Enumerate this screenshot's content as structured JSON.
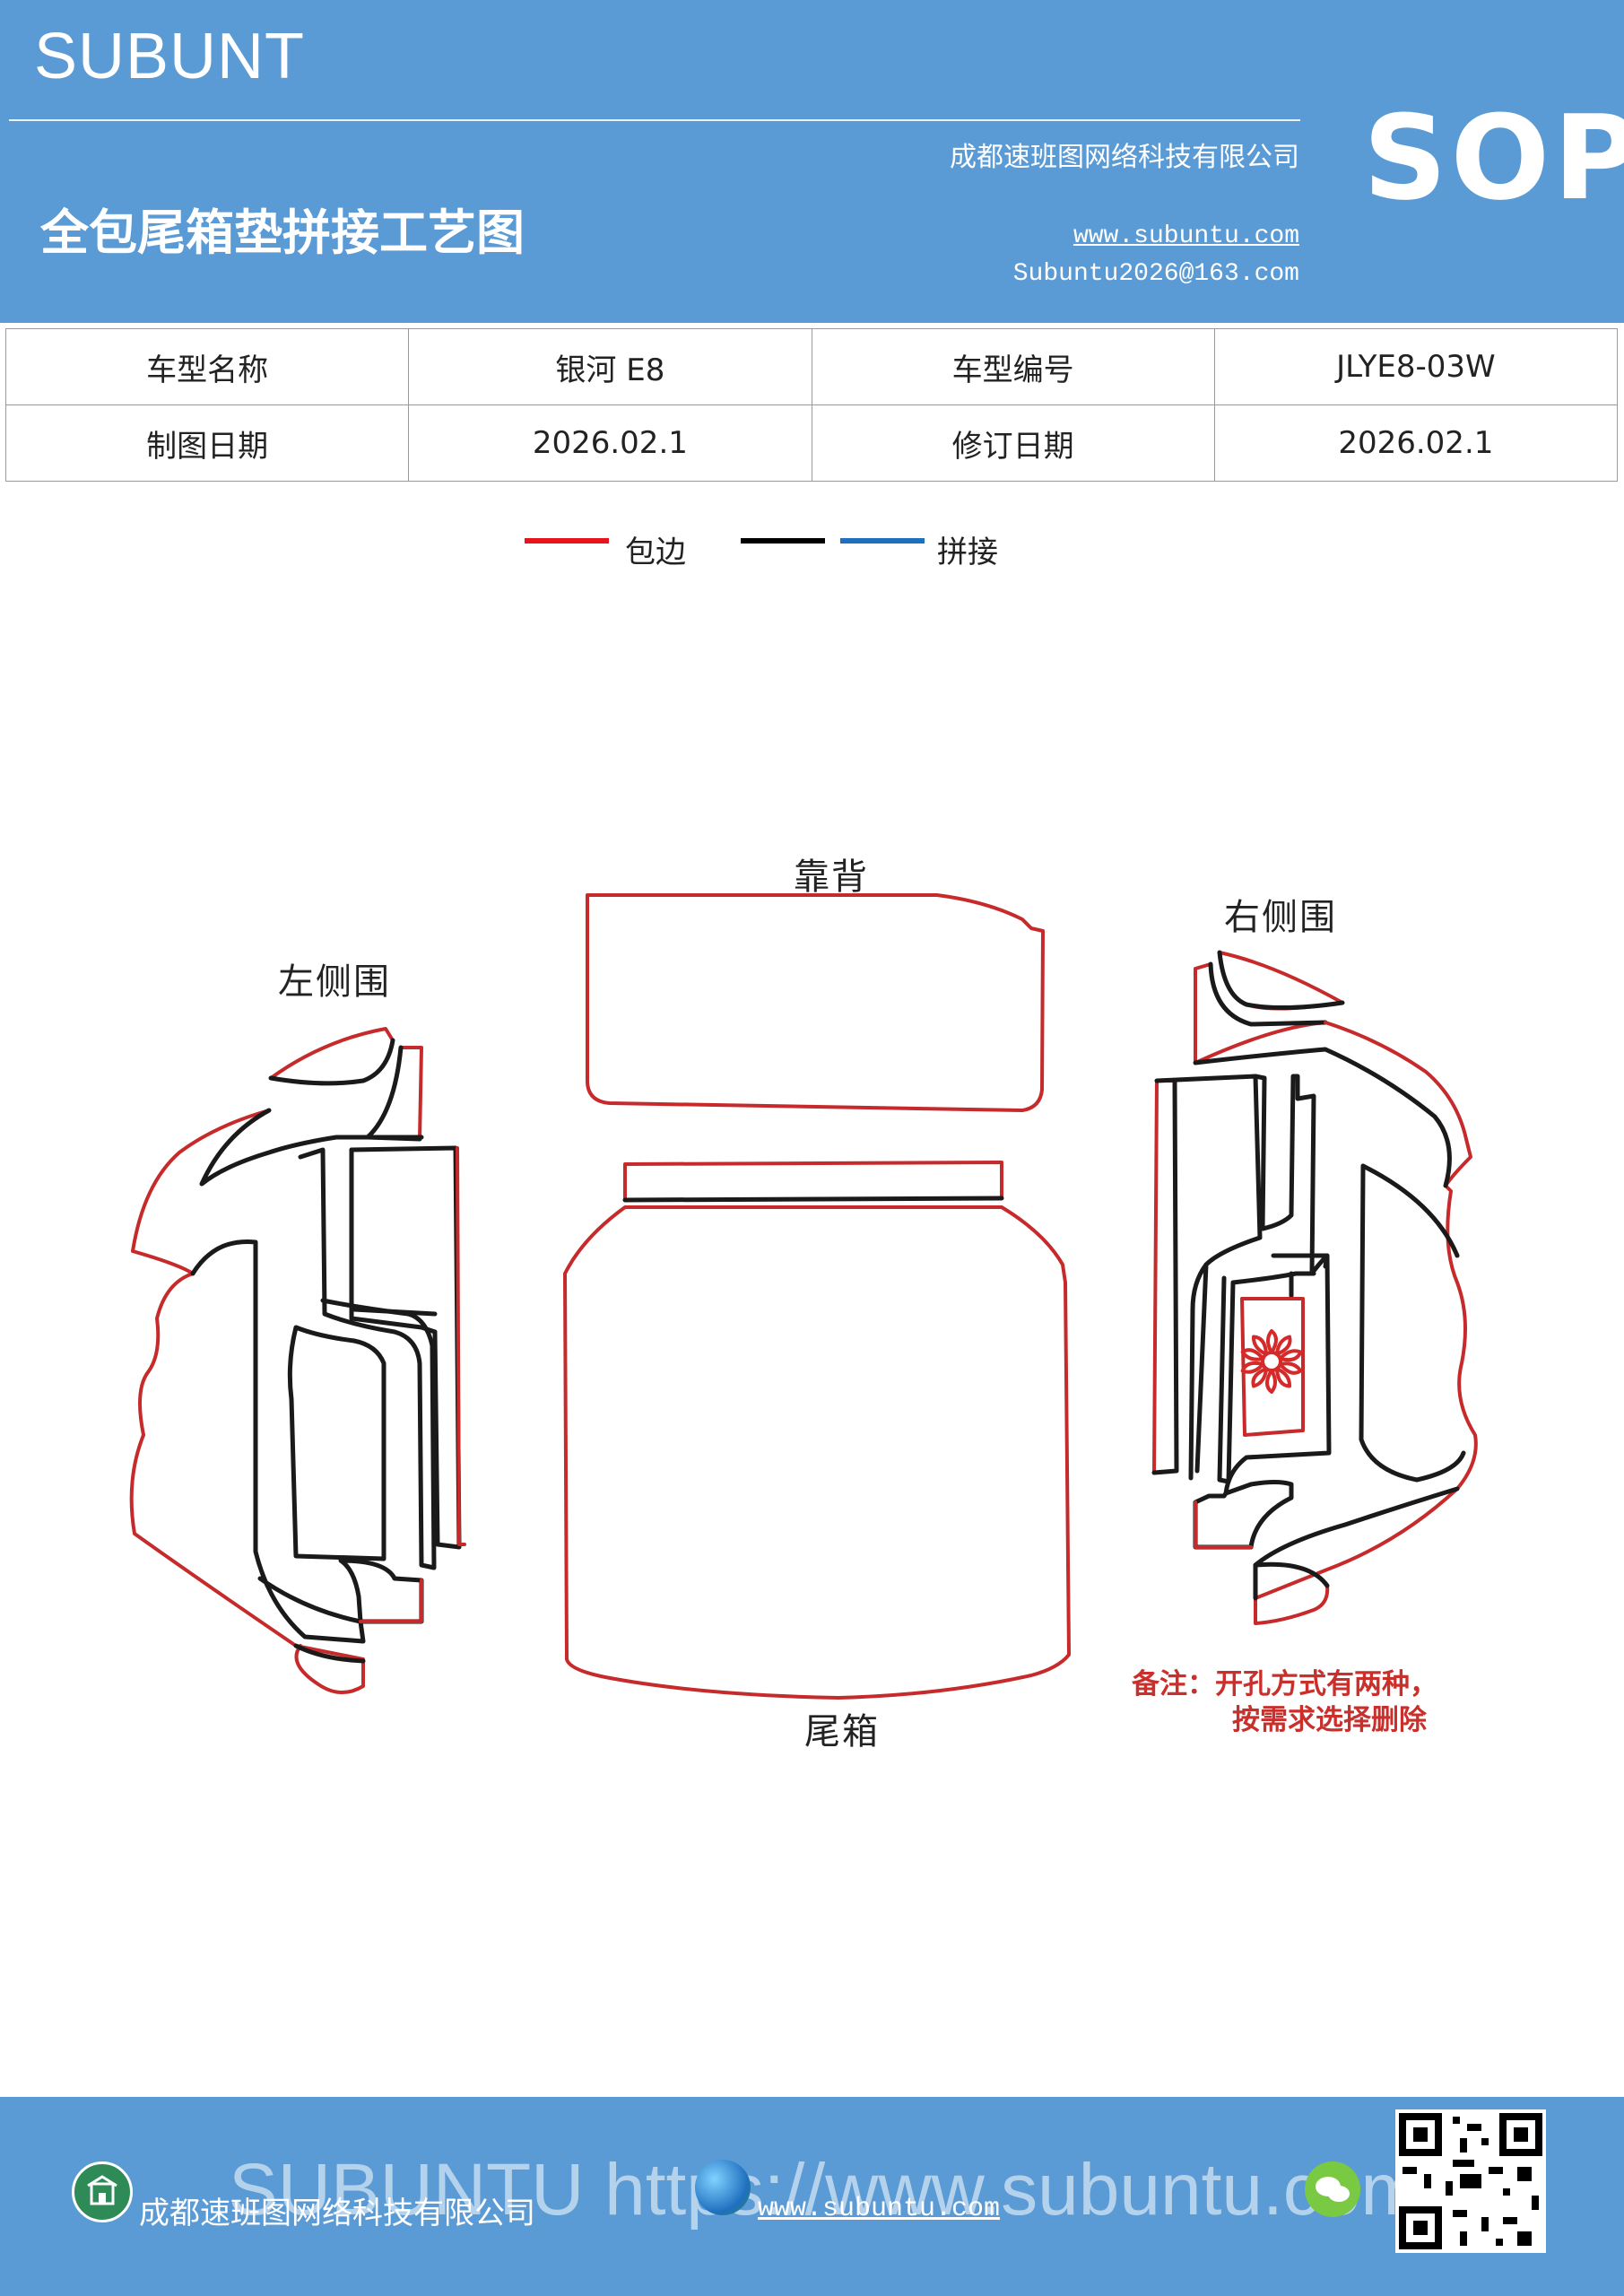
{
  "header": {
    "brand": "SUBUNT",
    "company": "成都速班图网络科技有限公司",
    "title": "全包尾箱垫拼接工艺图",
    "website": "www.subuntu.com",
    "email": "Subuntu2026@163.com",
    "badge": "SOP"
  },
  "info_table": {
    "rows": [
      {
        "label1": "车型名称",
        "value1": "银河 E8",
        "label2": "车型编号",
        "value2": "JLYE8-03W"
      },
      {
        "label1": "制图日期",
        "value1": "2026.02.1",
        "label2": "修订日期",
        "value2": "2026.02.1"
      }
    ]
  },
  "legend": {
    "edge_label": "包边",
    "splice_label": "拼接",
    "colors": {
      "edge": "#e8141c",
      "black": "#000000",
      "splice": "#1f6fbf"
    }
  },
  "diagram": {
    "labels": {
      "back": "靠背",
      "left": "左侧围",
      "right": "右侧围",
      "trunk": "尾箱"
    },
    "note_line1": "备注：开孔方式有两种，",
    "note_line2": "按需求选择删除",
    "colors": {
      "outline": "#c62a2a",
      "seam": "#1a1a1a"
    }
  },
  "footer": {
    "company": "成都速班图网络科技有限公司",
    "website": "www.subuntu.com",
    "watermark": "SUBUNTU https://www.subuntu.com"
  }
}
